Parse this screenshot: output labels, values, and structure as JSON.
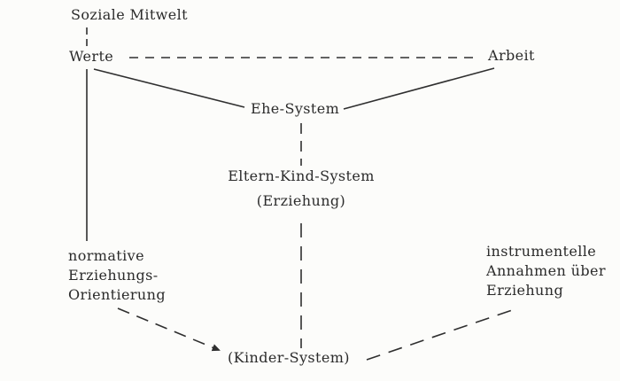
{
  "page": {
    "background_color": "#fcfcfa",
    "ink_color": "#2f2f2f"
  },
  "diagram": {
    "description": "Family-system diagram (scanned book figure, German)",
    "nodes": {
      "soziale_mitwelt": {
        "label": "Soziale Mitwelt"
      },
      "werte": {
        "label": "Werte"
      },
      "arbeit": {
        "label": "Arbeit"
      },
      "ehe_system": {
        "label": "Ehe-System"
      },
      "eltern_kind_system": {
        "label": "Eltern-Kind-System",
        "sublabel": "(Erziehung)"
      },
      "normative_erziehungs_orientierung": {
        "lines": [
          "normative",
          "Erziehungs-",
          "Orientierung"
        ]
      },
      "instrumentelle_annahmen": {
        "lines": [
          "instrumentelle",
          "Annahmen über",
          "Erziehung"
        ]
      },
      "kinder_system": {
        "label": "(Kinder-System)"
      }
    },
    "edges": [
      {
        "from": "soziale_mitwelt",
        "to": "werte",
        "style": "dashed"
      },
      {
        "from": "werte",
        "to": "arbeit",
        "style": "dashed"
      },
      {
        "from": "werte",
        "to": "ehe_system",
        "style": "solid"
      },
      {
        "from": "ehe_system",
        "to": "arbeit",
        "style": "solid"
      },
      {
        "from": "werte",
        "to": "normative_erziehungs_orientierung",
        "style": "solid"
      },
      {
        "from": "ehe_system",
        "to": "eltern_kind_system",
        "style": "dashed"
      },
      {
        "from": "eltern_kind_system",
        "to": "kinder_system",
        "style": "dashed"
      },
      {
        "from": "normative_erziehungs_orientierung",
        "to": "kinder_system",
        "style": "dashed",
        "arrowhead": true
      },
      {
        "from": "kinder_system",
        "to": "instrumentelle_annahmen",
        "style": "dashed"
      }
    ]
  }
}
